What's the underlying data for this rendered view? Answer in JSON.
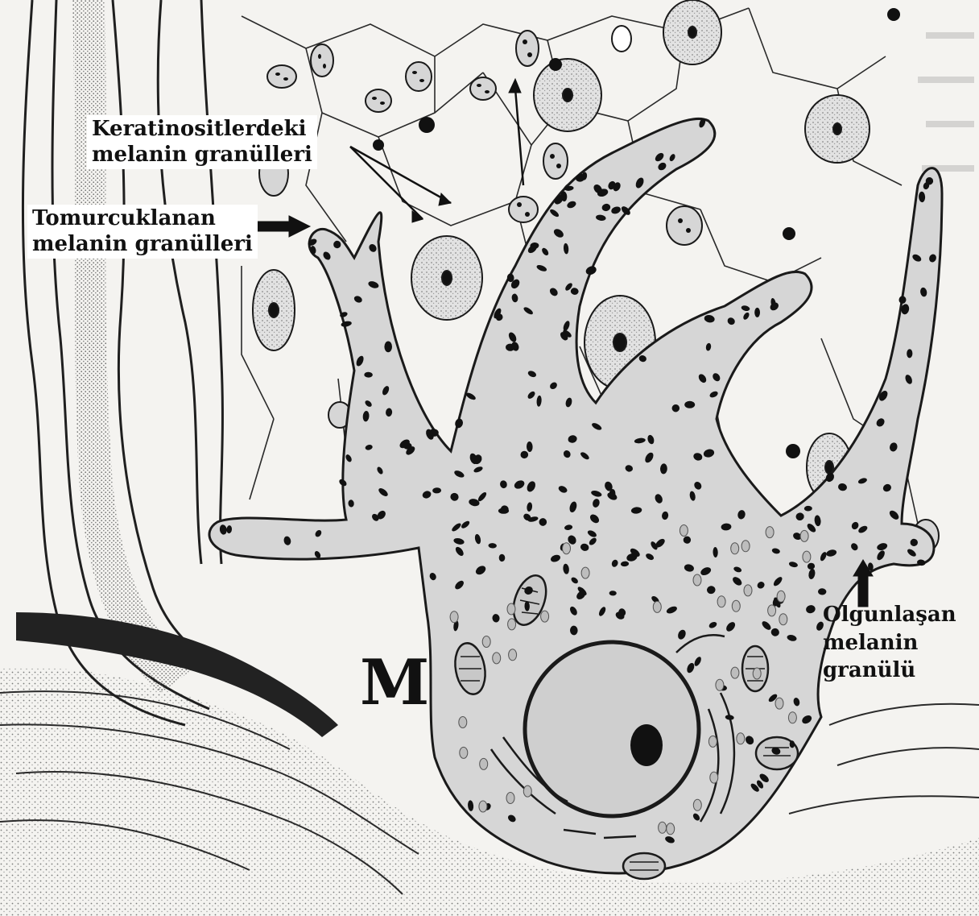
{
  "labels": {
    "keratinocyte_granules": {
      "line1": "Keratinositlerdeki",
      "line2": "melanin granülleri"
    },
    "budding_granules": {
      "line1": "Tomurcuklanan",
      "line2": "melanin granülleri"
    },
    "maturing_granule": {
      "line1": "Olgunlaşan",
      "line2": "melanin",
      "line3": "granülü"
    },
    "melanocyte": "M"
  },
  "colors": {
    "cell_fill": "#d6d6d6",
    "outline": "#1a1a1a",
    "granule": "#111111",
    "nucleus_fill": "#cfcfcf",
    "background": "#f4f3f0",
    "stipple": "#8a8a8a"
  }
}
